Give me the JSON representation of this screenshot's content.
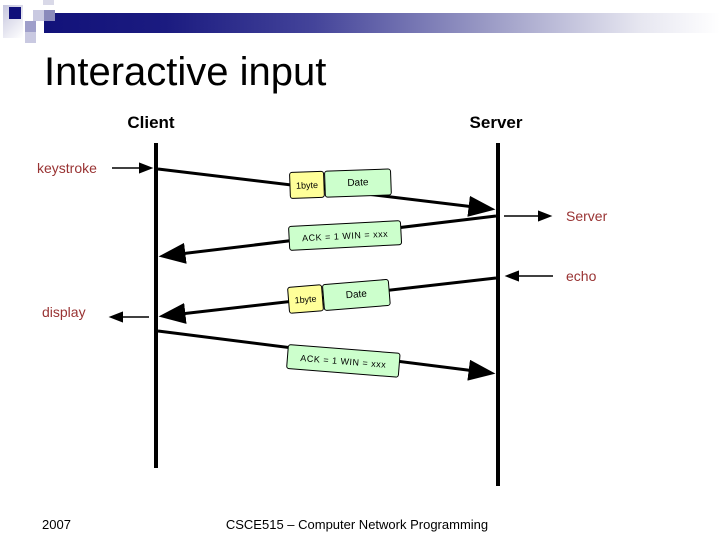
{
  "slide": {
    "title": "Interactive input",
    "footer": {
      "year": "2007",
      "course": "CSCE515 – Computer Network Programming"
    }
  },
  "diagram": {
    "client_heading": "Client",
    "server_heading": "Server",
    "labels": {
      "keystroke": "keystroke",
      "server_process": "Server",
      "echo": "echo",
      "display": "display"
    },
    "boxes": {
      "msg1_size": "1byte",
      "msg1_payload": "Date",
      "ack1": "ACK = 1 WIN = xxx",
      "msg2_size": "1byte",
      "msg2_payload": "Date",
      "ack2": "ACK = 1 WIN = xxx"
    }
  },
  "colors": {
    "accent_navy": "#10107a",
    "event_label_red": "#993333",
    "byte_box_yellow": "#ffff99",
    "payload_box_green": "#ccffcc"
  }
}
